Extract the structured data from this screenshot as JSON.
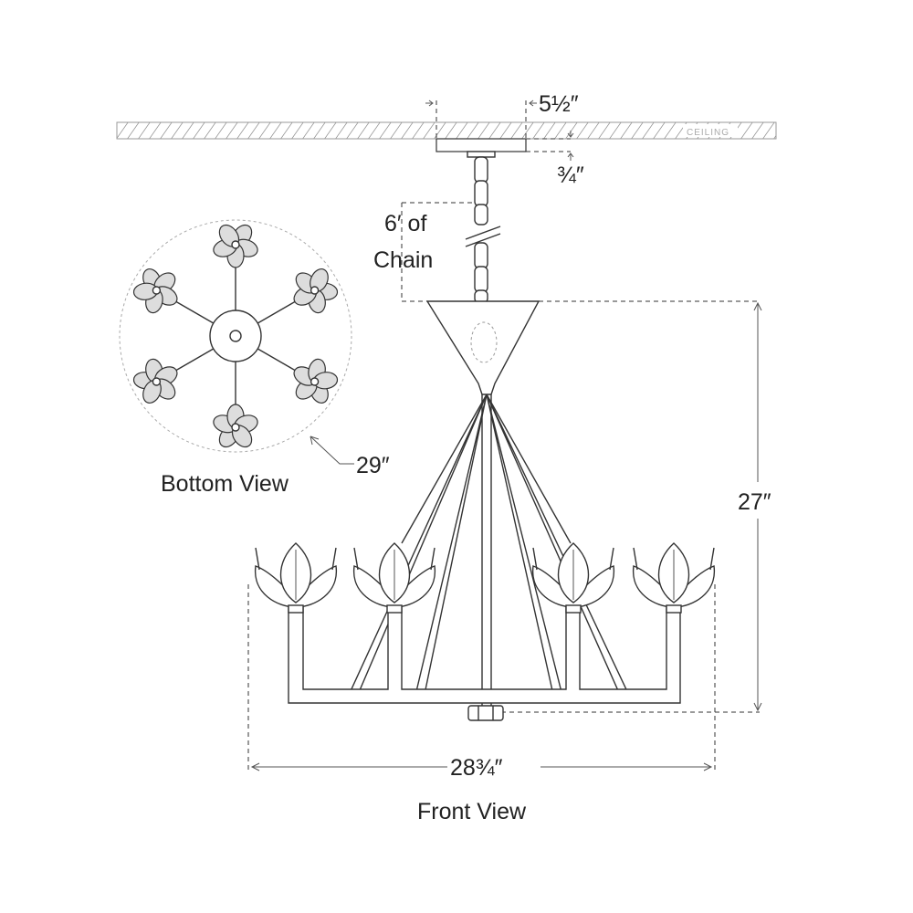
{
  "labels": {
    "canopy_width": "5½″",
    "ceiling": "CEILING",
    "canopy_depth": "¾″",
    "chain_line1": "6′ of",
    "chain_line2": "Chain",
    "bottom_view": "Bottom View",
    "diameter": "29″",
    "height": "27″",
    "width": "28¾″",
    "front_view": "Front View"
  },
  "colors": {
    "line": "#333333",
    "ceiling_hatch": "#999999"
  }
}
